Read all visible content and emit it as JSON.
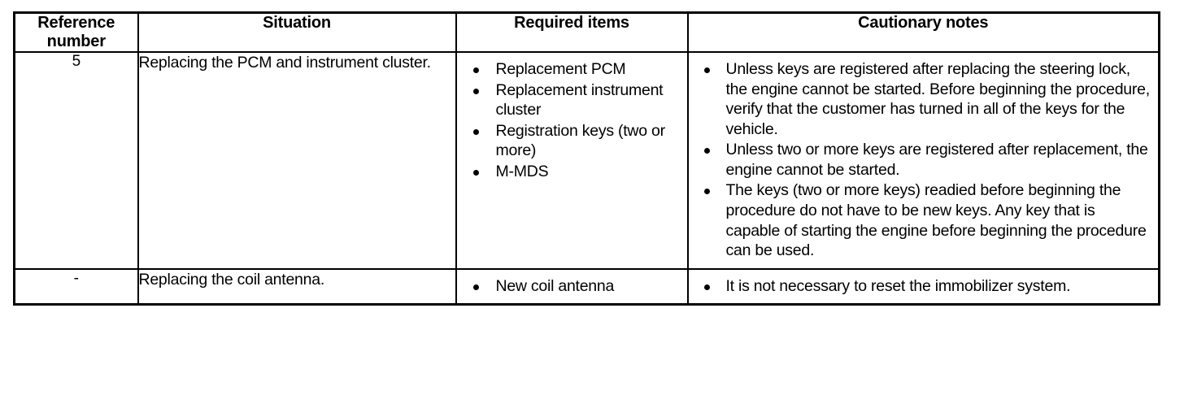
{
  "document": {
    "type": "service-manual-table",
    "title": "Immobilizer system service reference table"
  },
  "table": {
    "headers": [
      "Reference\nnumber",
      "Situation",
      "Required items",
      "Cautionary notes"
    ],
    "headers_flat": {
      "reference_number_line1": "Reference",
      "reference_number_line2": "number",
      "situation": "Situation",
      "required_items": "Required items",
      "cautionary_notes": "Cautionary notes"
    },
    "rows": [
      {
        "reference_number": "5",
        "situation": "Replacing the PCM and instrument cluster.",
        "required_items": [
          "Replacement PCM",
          "Replacement instrument cluster",
          "Registration keys (two or more)",
          "M-MDS"
        ],
        "cautionary_notes": [
          "Unless keys are registered after replacing the steering lock, the engine cannot be started. Before beginning the procedure, verify that the customer has turned in all of the keys for the vehicle.",
          "Unless two or more keys are registered after replacement, the engine cannot be started.",
          "The keys (two or more keys) readied before beginning the procedure do not have to be new keys. Any key that is capable of starting the engine before beginning the procedure can be used."
        ]
      },
      {
        "reference_number": "-",
        "situation": "Replacing the coil antenna.",
        "required_items": [
          "New coil antenna"
        ],
        "cautionary_notes": [
          "It is not necessary to reset the immobilizer system."
        ]
      }
    ]
  },
  "colors": {
    "background": "#ffffff",
    "text": "#000000",
    "border": "#000000"
  }
}
